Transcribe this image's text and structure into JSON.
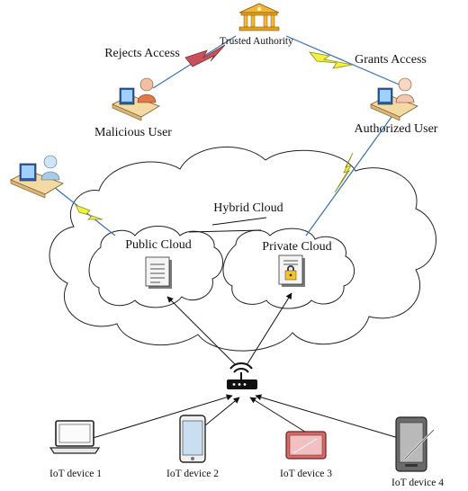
{
  "labels": {
    "trusted_authority": "Trusted Authority",
    "rejects_access": "Rejects Access",
    "grants_access": "Grants Access",
    "malicious_user": "Malicious User",
    "authorized_user": "Authorized User",
    "hybrid_cloud": "Hybrid Cloud",
    "public_cloud": "Public Cloud",
    "private_cloud": "Private Cloud"
  },
  "devices": [
    {
      "label": "IoT device 1",
      "icon": "laptop-icon"
    },
    {
      "label": "IoT device 2",
      "icon": "smartphone-icon"
    },
    {
      "label": "IoT device 3",
      "icon": "tablet-icon"
    },
    {
      "label": "IoT device 4",
      "icon": "phone-stylus-icon"
    }
  ],
  "colors": {
    "reject_bolt": "#c8505a",
    "grant_bolt": "#f2f23c",
    "grant_bolt_stroke": "#8a8a20",
    "user_desk": "#f3d9a3",
    "authority_gold": "#f2b632"
  }
}
